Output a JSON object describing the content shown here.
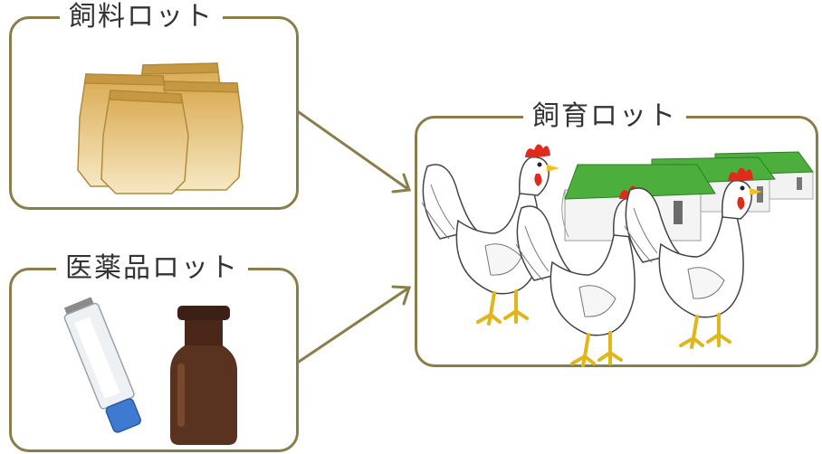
{
  "boxes": {
    "feed": {
      "label": "飼料ロット"
    },
    "medicine": {
      "label": "医薬品ロット"
    },
    "breeding": {
      "label": "飼育ロット"
    }
  },
  "colors": {
    "frame": "#8a7d4a",
    "arrow": "#8a7d4a",
    "roof": "#4cae3c",
    "feed_bag": "#e0b865",
    "bottle": "#5a3320",
    "comb": "#e02a1c",
    "beak": "#f1c21b"
  },
  "icons": [
    "feed-bags-icon",
    "ointment-tube-icon",
    "medicine-bottle-icon",
    "chicken-icon",
    "poultry-house-icon"
  ]
}
